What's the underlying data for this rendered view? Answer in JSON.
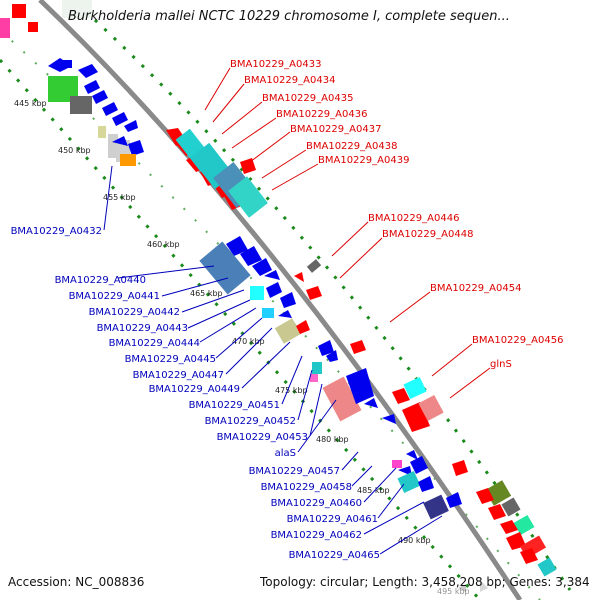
{
  "title": "Burkholderia mallei NCTC 10229 chromosome I, complete sequen...",
  "footer": {
    "accession": "Accession: NC_008836",
    "stats": "Topology: circular; Length: 3,458,208 bp; Genes: 3,384"
  },
  "kbp_labels": [
    "445 kbp",
    "450 kbp",
    "455 kbp",
    "460 kbp",
    "465 kbp",
    "470 kbp",
    "475 kbp",
    "480 kbp",
    "485 kbp",
    "490 kbp",
    "495 kbp"
  ],
  "forward_genes": [
    "BMA10229_A0433",
    "BMA10229_A0434",
    "BMA10229_A0435",
    "BMA10229_A0436",
    "BMA10229_A0437",
    "BMA10229_A0438",
    "BMA10229_A0439",
    "BMA10229_A0446",
    "BMA10229_A0448",
    "BMA10229_A0454",
    "BMA10229_A0456",
    "glnS"
  ],
  "reverse_genes": [
    "BMA10229_A0432",
    "BMA10229_A0440",
    "BMA10229_A0441",
    "BMA10229_A0442",
    "BMA10229_A0443",
    "BMA10229_A0444",
    "BMA10229_A0445",
    "BMA10229_A0447",
    "BMA10229_A0449",
    "BMA10229_A0451",
    "BMA10229_A0452",
    "BMA10229_A0453",
    "alaS",
    "BMA10229_A0457",
    "BMA10229_A0458",
    "BMA10229_A0460",
    "BMA10229_A0461",
    "BMA10229_A0462",
    "BMA10229_A0465"
  ],
  "colors": {
    "forward_cds": "#ff0000",
    "reverse_cds": "#0000ee",
    "backbone": "#888888",
    "tick_dots": "#1a8a1a",
    "forward_label": "#dd0000",
    "reverse_label": "#0000bb"
  }
}
